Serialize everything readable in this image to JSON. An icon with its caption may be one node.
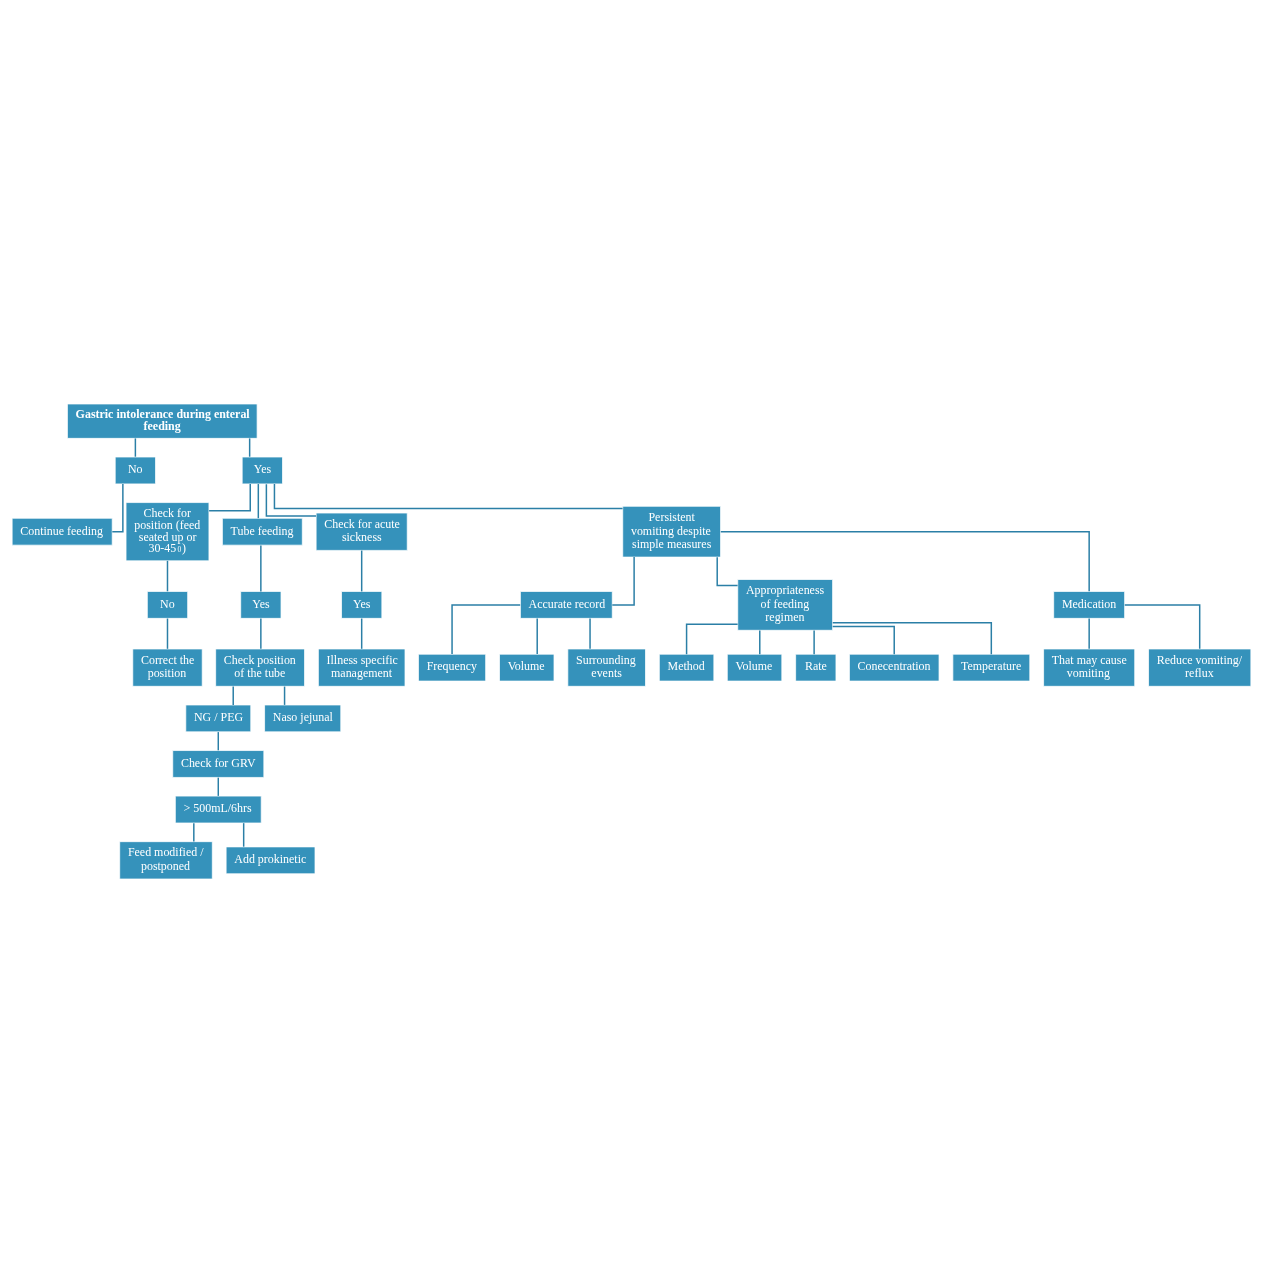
{
  "diagram": {
    "nodes": [
      {
        "text": [
          "Gastric intolerance during enteral feeding"
        ]
      },
      {
        "text": [
          "No"
        ]
      },
      {
        "text": [
          "Yes"
        ]
      },
      {
        "text": [
          "Continue feeding"
        ]
      },
      {
        "text": [
          "Check for position (feed seated up or 30-45$^{0}$)"
        ]
      },
      {
        "text": [
          "Tube feeding"
        ]
      },
      {
        "text": [
          "Check for acute sickness"
        ]
      },
      {
        "text": [
          "Persistent vomiting despite simple measures"
        ]
      },
      {
        "text": [
          "No"
        ]
      },
      {
        "text": [
          "Correct the position"
        ]
      },
      {
        "text": [
          "Yes"
        ]
      },
      {
        "text": [
          "Check position of the tube"
        ]
      },
      {
        "text": [
          "NG / PEG"
        ]
      },
      {
        "text": [
          "Naso jejunal"
        ]
      },
      {
        "text": [
          "Check for GRV"
        ]
      },
      {
        "text": [
          "> 500mL/6hrs"
        ]
      },
      {
        "text": [
          "Feed modified / postponed"
        ]
      },
      {
        "text": [
          "Add prokinetic"
        ]
      },
      {
        "text": [
          "Yes"
        ]
      },
      {
        "text": [
          "Illness specific management"
        ]
      },
      {
        "text": [
          "Accurate record"
        ]
      },
      {
        "text": [
          "Appropriateness of feeding regimen"
        ]
      },
      {
        "text": [
          "Medication"
        ]
      },
      {
        "text": [
          "Frequency"
        ]
      },
      {
        "text": [
          "Volume"
        ]
      },
      {
        "text": [
          "Surrounding events"
        ]
      },
      {
        "text": [
          "Method"
        ]
      },
      {
        "text": [
          "Volume"
        ]
      },
      {
        "text": [
          "Rate"
        ]
      },
      {
        "text": [
          "Conecentration"
        ]
      },
      {
        "text": [
          "Temperature"
        ]
      },
      {
        "text": [
          "That may cause vomiting"
        ]
      },
      {
        "text": [
          "Reduce vomiting/ reflux"
        ]
      }
    ],
    "edges": [
      {
        "from": 0,
        "to": 1,
        "arrow": "none"
      },
      {
        "from": 0,
        "to": 2,
        "arrow": "none"
      },
      {
        "from": 1,
        "to": 3,
        "arrow": "none"
      },
      {
        "from": 2,
        "to": 4,
        "arrow": "none"
      },
      {
        "from": 2,
        "to": 5,
        "arrow": "none"
      },
      {
        "from": 2,
        "to": 6,
        "arrow": "none"
      },
      {
        "from": 2,
        "to": 7,
        "arrow": "none"
      },
      {
        "from": 4,
        "to": 8,
        "arrow": "none"
      },
      {
        "from": 8,
        "to": 9,
        "arrow": "none"
      },
      {
        "from": 5,
        "to": 10,
        "arrow": "none"
      },
      {
        "from": 10,
        "to": 11,
        "arrow": "none"
      },
      {
        "from": 11,
        "to": 12,
        "arrow": "none"
      },
      {
        "from": 11,
        "to": 13,
        "arrow": "none"
      },
      {
        "from": 12,
        "to": 14,
        "arrow": "none"
      },
      {
        "from": 14,
        "to": 15,
        "arrow": "none"
      },
      {
        "from": 15,
        "to": 16,
        "arrow": "none"
      },
      {
        "from": 15,
        "to": 17,
        "arrow": "none"
      },
      {
        "from": 6,
        "to": 18,
        "arrow": "none"
      },
      {
        "from": 18,
        "to": 19,
        "arrow": "none"
      },
      {
        "from": 7,
        "to": 20,
        "arrow": "none"
      },
      {
        "from": 7,
        "to": 21,
        "arrow": "none"
      },
      {
        "from": 7,
        "to": 22,
        "arrow": "none"
      },
      {
        "from": 20,
        "to": 23,
        "arrow": "none"
      },
      {
        "from": 20,
        "to": 24,
        "arrow": "none"
      },
      {
        "from": 20,
        "to": 25,
        "arrow": "none"
      },
      {
        "from": 21,
        "to": 26,
        "arrow": "none"
      },
      {
        "from": 21,
        "to": 27,
        "arrow": "none"
      },
      {
        "from": 21,
        "to": 28,
        "arrow": "none"
      },
      {
        "from": 21,
        "to": 29,
        "arrow": "none"
      },
      {
        "from": 21,
        "to": 30,
        "arrow": "none"
      },
      {
        "from": 22,
        "to": 31,
        "arrow": "none"
      },
      {
        "from": 22,
        "to": 32,
        "arrow": "none"
      }
    ]
  }
}
